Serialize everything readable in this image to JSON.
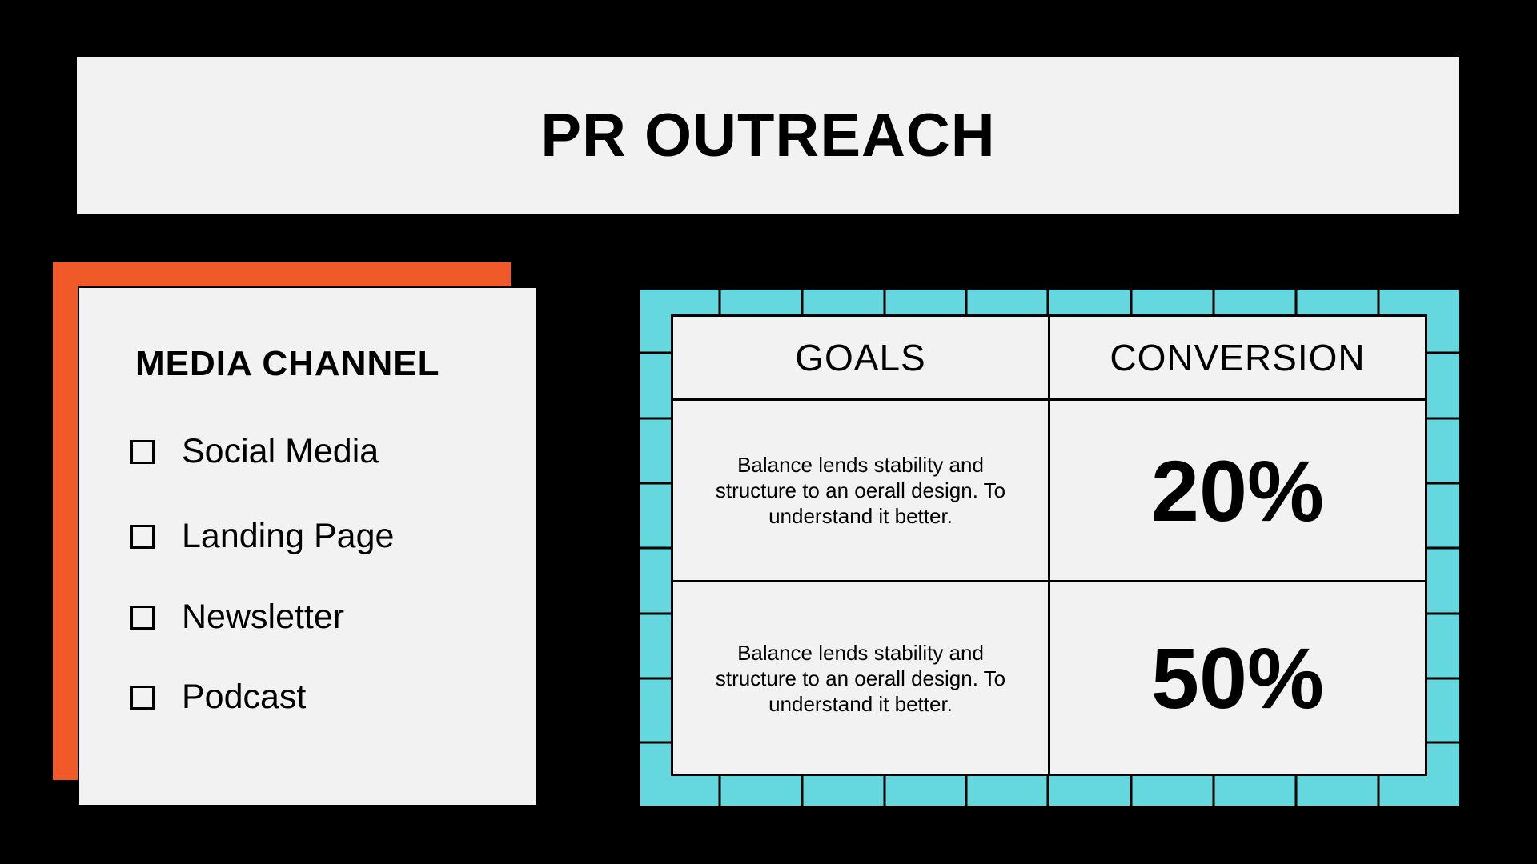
{
  "title": "PR OUTREACH",
  "colors": {
    "accent_orange": "#f05a28",
    "accent_teal": "#64d8de",
    "panel": "#f2f2f2",
    "background": "#000000"
  },
  "media_channel": {
    "heading": "MEDIA CHANNEL",
    "items": [
      {
        "label": "Social Media",
        "checked": false
      },
      {
        "label": "Landing Page",
        "checked": false
      },
      {
        "label": "Newsletter",
        "checked": false
      },
      {
        "label": "Podcast",
        "checked": false
      }
    ]
  },
  "table": {
    "headers": [
      "GOALS",
      "CONVERSION"
    ],
    "rows": [
      {
        "goal": "Balance lends stability and structure to an oerall design. To understand it better.",
        "conversion": "20%"
      },
      {
        "goal": "Balance lends stability and structure to an oerall design. To understand it better.",
        "conversion": "50%"
      }
    ]
  }
}
